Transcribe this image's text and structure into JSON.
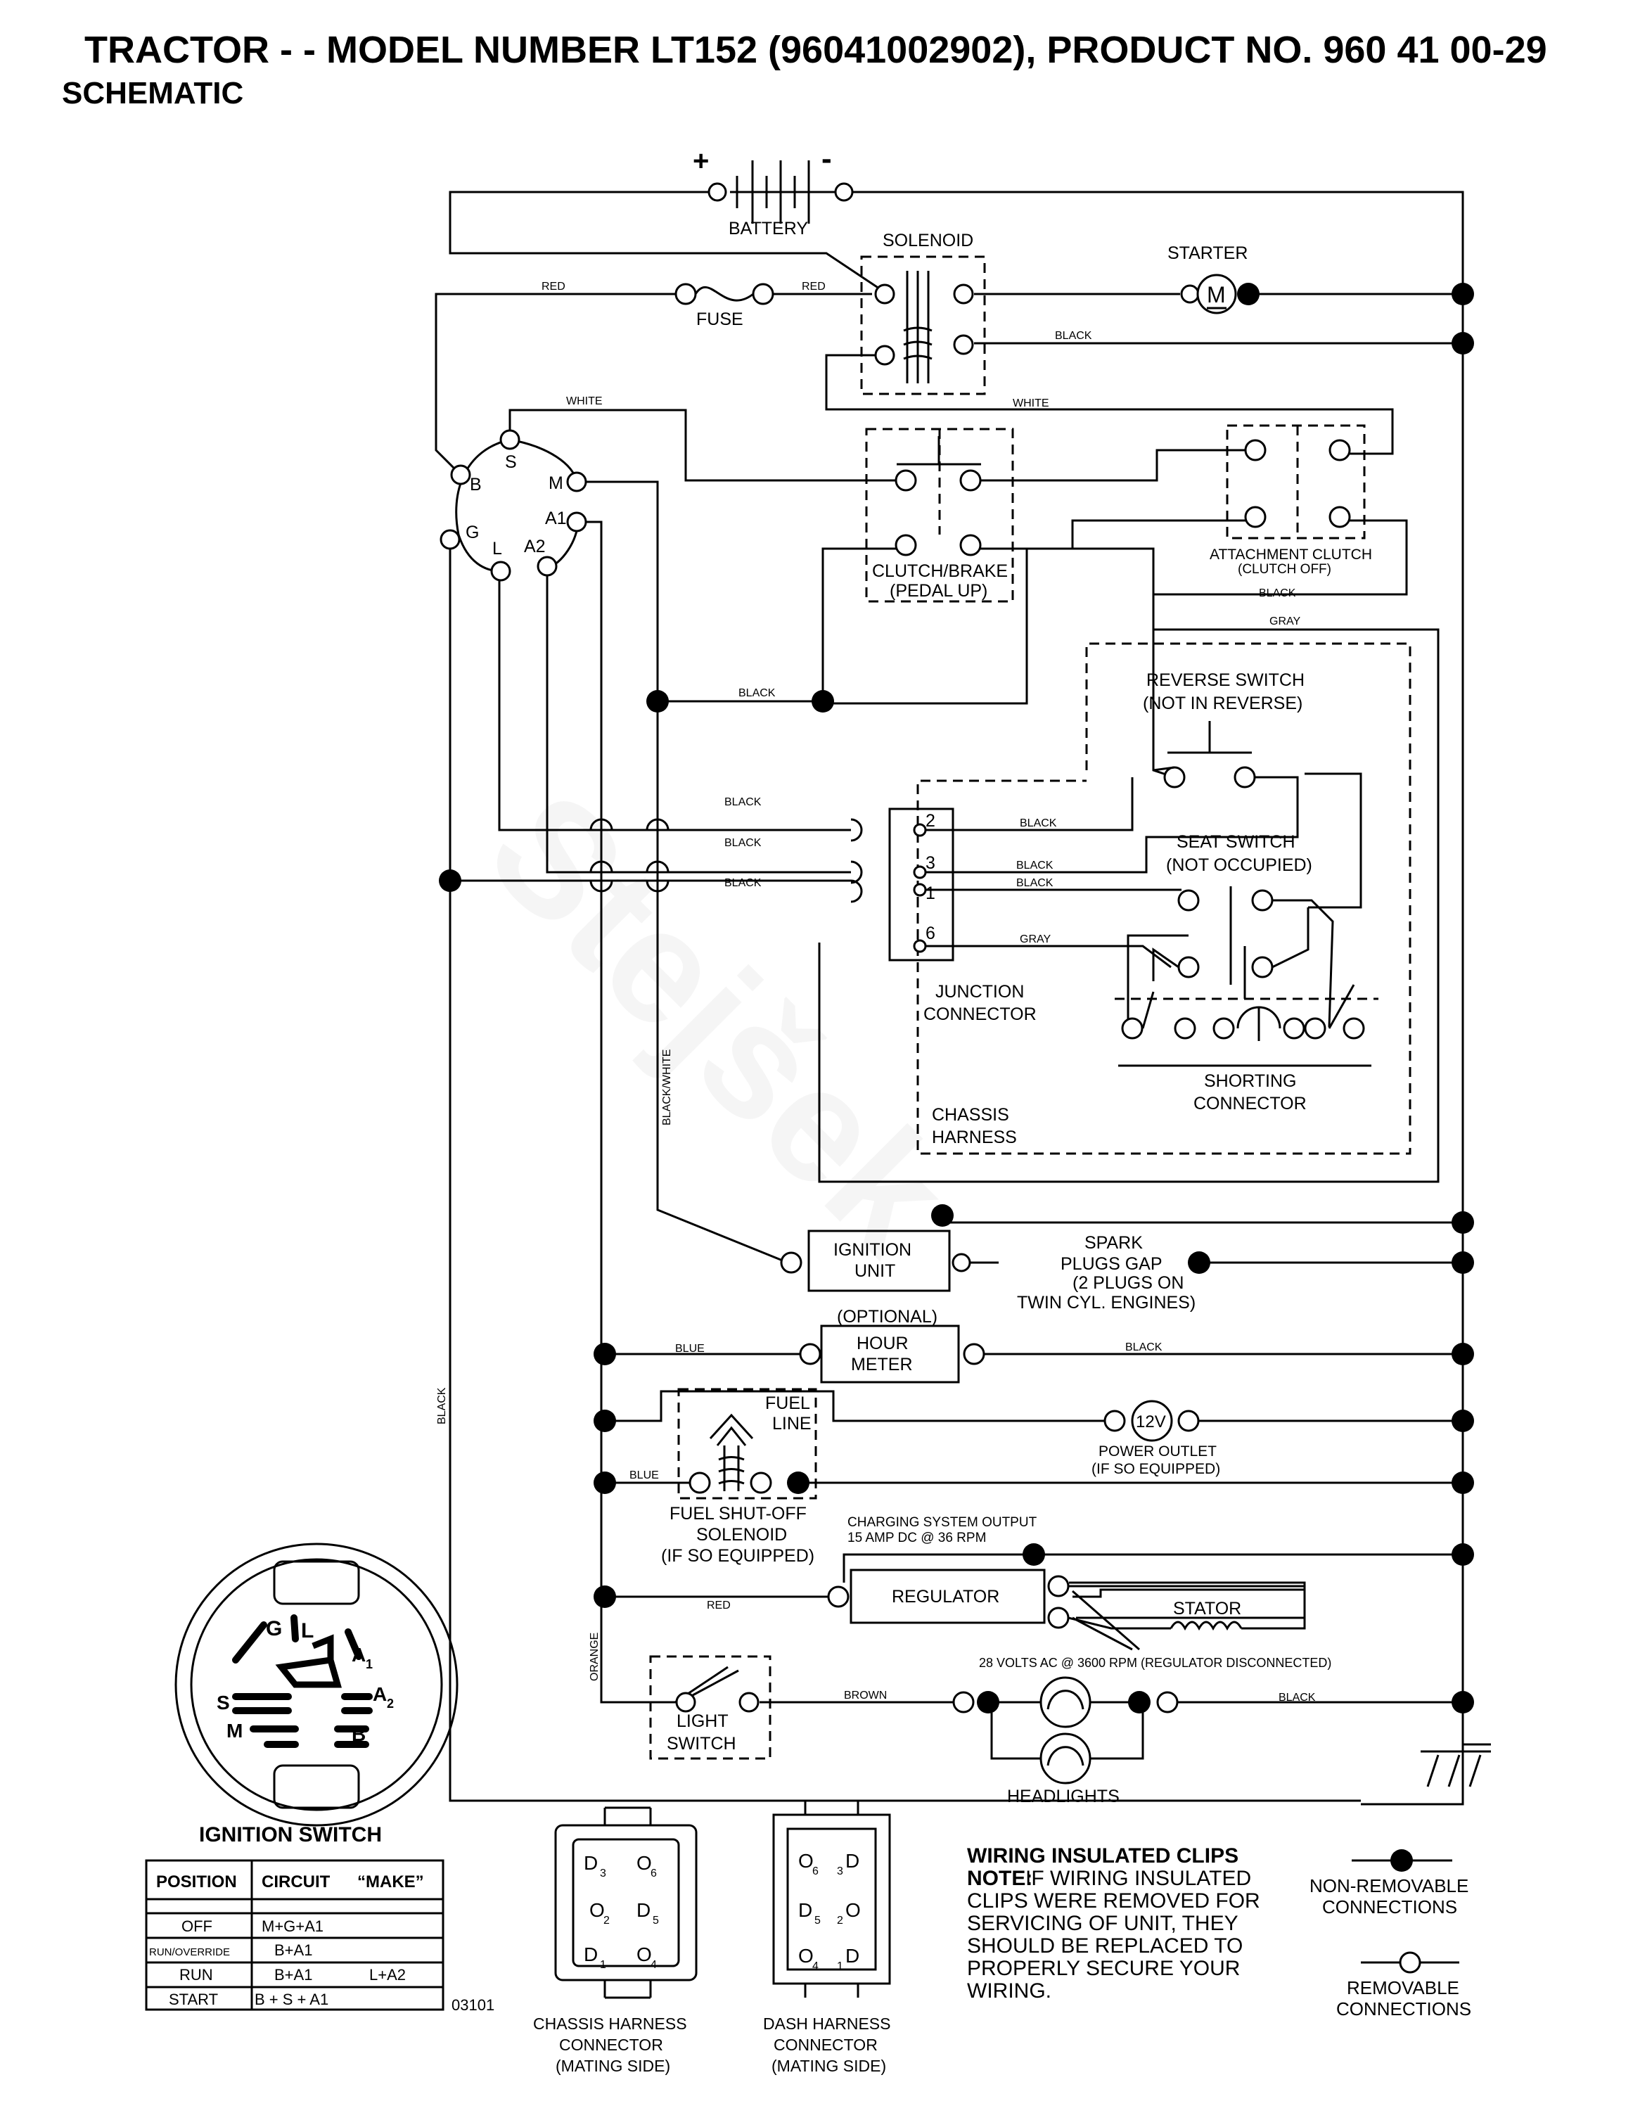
{
  "header": {
    "title": "TRACTOR - - MODEL NUMBER LT152 (96041002902), PRODUCT NO. 960 41 00-29",
    "subtitle": "SCHEMATIC"
  },
  "components": {
    "battery": "BATTERY",
    "battery_plus": "+",
    "battery_minus": "-",
    "solenoid": "SOLENOID",
    "starter": "STARTER",
    "starter_symbol": "M",
    "fuse": "FUSE",
    "clutch_brake_1": "CLUTCH/BRAKE",
    "clutch_brake_2": "(PEDAL UP)",
    "attach_clutch_1": "ATTACHMENT CLUTCH",
    "attach_clutch_2": "(CLUTCH OFF)",
    "reverse_1": "REVERSE SWITCH",
    "reverse_2": "(NOT IN REVERSE)",
    "seat_1": "SEAT SWITCH",
    "seat_2": "(NOT OCCUPIED)",
    "junction_1": "JUNCTION",
    "junction_2": "CONNECTOR",
    "shorting_1": "SHORTING",
    "shorting_2": "CONNECTOR",
    "chassis_1": "CHASSIS",
    "chassis_2": "HARNESS",
    "ignition_unit_1": "IGNITION",
    "ignition_unit_2": "UNIT",
    "spark_1": "SPARK",
    "spark_2": "PLUGS GAP",
    "spark_3": "(2 PLUGS ON",
    "spark_4": "TWIN CYL. ENGINES)",
    "optional": "(OPTIONAL)",
    "hour_1": "HOUR",
    "hour_2": "METER",
    "fuel_line_1": "FUEL",
    "fuel_line_2": "LINE",
    "power_outlet_symbol": "12V",
    "power_outlet_1": "POWER OUTLET",
    "power_outlet_2": "(IF SO EQUIPPED)",
    "fuel_sol_1": "FUEL SHUT-OFF",
    "fuel_sol_2": "SOLENOID",
    "fuel_sol_3": "(IF SO EQUIPPED)",
    "charging_1": "CHARGING SYSTEM OUTPUT",
    "charging_2": "15 AMP DC @ 36 RPM",
    "regulator": "REGULATOR",
    "stator": "STATOR",
    "stator_note": "28 VOLTS AC @ 3600 RPM (REGULATOR DISCONNECTED)",
    "light_switch_1": "LIGHT",
    "light_switch_2": "SWITCH",
    "headlights": "HEADLIGHTS"
  },
  "ignition_terminals": {
    "B": "B",
    "S": "S",
    "M": "M",
    "G": "G",
    "L": "L",
    "A1": "A1",
    "A2": "A2"
  },
  "junction_pins": [
    "2",
    "3",
    "1",
    "6"
  ],
  "wire_labels": {
    "red": "RED",
    "black": "BLACK",
    "white": "WHITE",
    "gray": "GRAY",
    "blue": "BLUE",
    "orange": "ORANGE",
    "brown": "BROWN",
    "black_white": "BLACK/WHITE"
  },
  "ignition_switch": {
    "title": "IGNITION SWITCH",
    "face": {
      "G": "G",
      "L": "L",
      "A1": "A",
      "A1_sub": "1",
      "S": "S",
      "A2": "A",
      "A2_sub": "2",
      "M": "M",
      "B": "B"
    },
    "headers": {
      "position": "POSITION",
      "circuit": "CIRCUIT",
      "make": "“MAKE”"
    },
    "rows": [
      {
        "position": "OFF",
        "circuit": "M+G+A1",
        "extra": ""
      },
      {
        "position": "RUN/OVERRIDE",
        "circuit": "B+A1",
        "extra": ""
      },
      {
        "position": "RUN",
        "circuit": "B+A1",
        "extra": "L+A2"
      },
      {
        "position": "START",
        "circuit": "B + S + A1",
        "extra": ""
      }
    ]
  },
  "diagram_code": "03101",
  "chassis_connector": {
    "pins_left": [
      "D",
      "3",
      "O",
      "2",
      "D",
      "1"
    ],
    "pins_right": [
      "O",
      "6",
      "D",
      "5",
      "O",
      "4"
    ],
    "caption": [
      "CHASSIS HARNESS",
      "CONNECTOR",
      "(MATING SIDE)"
    ]
  },
  "dash_connector": {
    "pins_left": [
      "O",
      "6",
      "D",
      "5",
      "O",
      "4"
    ],
    "pins_right": [
      "3",
      "D",
      "2",
      "O",
      "1",
      "D"
    ],
    "caption": [
      "DASH HARNESS",
      "CONNECTOR",
      "(MATING SIDE)"
    ]
  },
  "clips_note": {
    "title": "WIRING INSULATED CLIPS",
    "note_label": "NOTE:",
    "line1": " IF WIRING INSULATED",
    "line2": "CLIPS WERE REMOVED FOR",
    "line3": "SERVICING OF UNIT, THEY",
    "line4": "SHOULD BE REPLACED TO",
    "line5": "PROPERLY SECURE YOUR",
    "line6": " WIRING."
  },
  "legend": {
    "non_removable_1": "NON-REMOVABLE",
    "non_removable_2": "CONNECTIONS",
    "removable_1": "REMOVABLE",
    "removable_2": "CONNECTIONS"
  },
  "watermark": "Stejšek"
}
